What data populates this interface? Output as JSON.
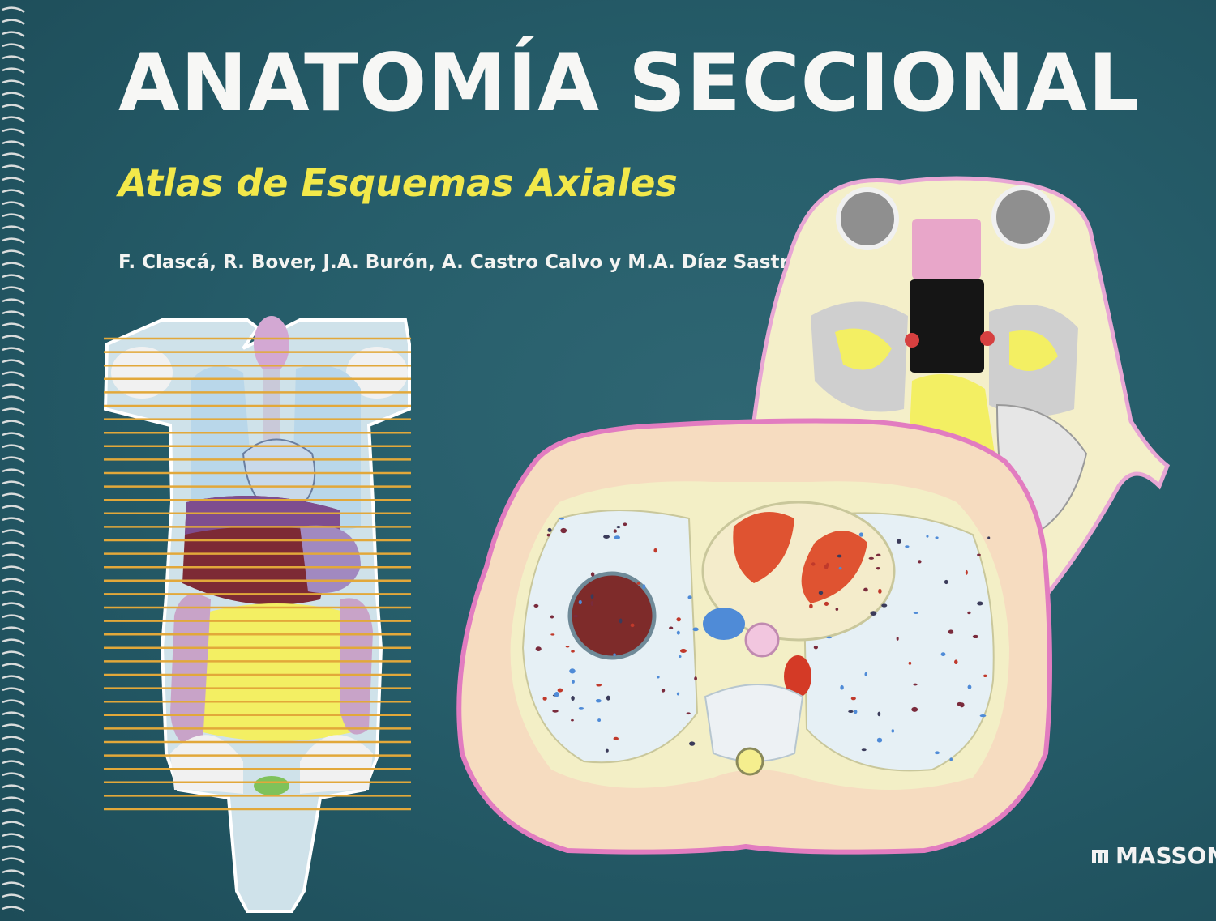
{
  "cover": {
    "title": "ANATOMÍA SECCIONAL",
    "subtitle": "Atlas de Esquemas Axiales",
    "authors": "F. Clascá, R. Bover, J.A. Burón, A. Castro Calvo y M.A. Díaz Sastre",
    "publisher": "MASSON",
    "publisher_logo_icon": "masson-logo-icon"
  },
  "colors": {
    "background": "#265d6a",
    "title": "#f7f7f5",
    "subtitle": "#f2e84a",
    "section_lines": "#e2a83a",
    "thorax_border": "#e27cc0"
  }
}
